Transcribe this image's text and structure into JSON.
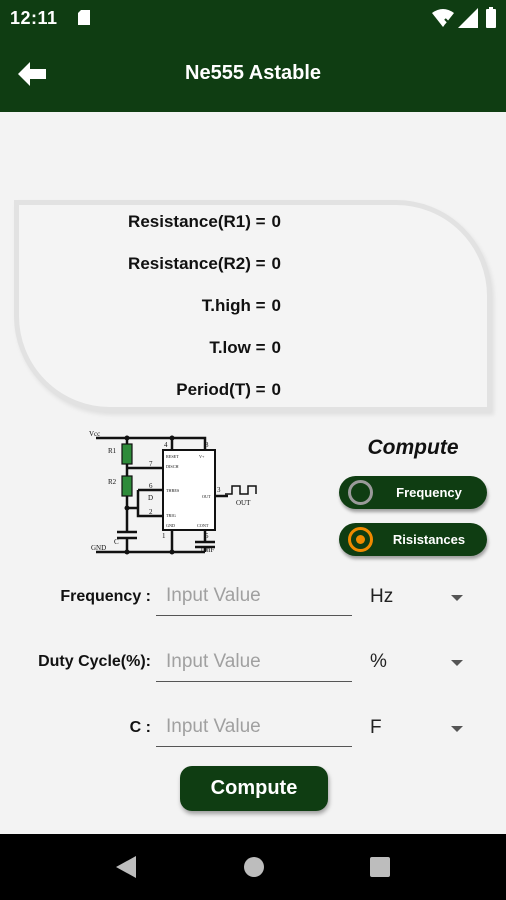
{
  "status_bar": {
    "time": "12:11"
  },
  "app_bar": {
    "title": "Ne555 Astable"
  },
  "results": [
    {
      "label": "Resistance(R1) =",
      "value": "0"
    },
    {
      "label": "Resistance(R2) =",
      "value": "0"
    },
    {
      "label": "T.high =",
      "value": "0"
    },
    {
      "label": "T.low =",
      "value": "0"
    },
    {
      "label": "Period(T) =",
      "value": "0"
    }
  ],
  "circuit": {
    "vcc": "Vcc",
    "r1": "R1",
    "r2": "R2",
    "c": "C",
    "gnd": "GND",
    "out": "OUT",
    "cap": "10nF",
    "pin_4": "4",
    "pin_8": "8",
    "pin_7": "7",
    "pin_6": "6",
    "pin_2": "2",
    "pin_1": "1",
    "pin_5": "5",
    "pin_3": "3",
    "reset": "RESET",
    "disch": "DISCH",
    "thres": "THRES",
    "trig": "TRIG",
    "gnd_pin": "GND",
    "cont": "CONT",
    "vplus": "V+",
    "out_pin": "OUT",
    "d": "D"
  },
  "compute_panel": {
    "heading": "Compute",
    "modes": [
      {
        "label": "Frequency",
        "selected": false
      },
      {
        "label": "Risistances",
        "selected": true
      }
    ]
  },
  "fields": {
    "frequency": {
      "label": "Frequency :",
      "placeholder": "Input Value",
      "value": "",
      "unit": "Hz"
    },
    "duty_cycle": {
      "label": "Duty Cycle(%):",
      "placeholder": "Input Value",
      "value": "",
      "unit": "%"
    },
    "capacitance": {
      "label": "C :",
      "placeholder": "Input Value",
      "value": "",
      "unit": "F"
    }
  },
  "compute_button": {
    "label": "Compute"
  },
  "colors": {
    "primary": "#0f3d12",
    "accent": "#f08a00",
    "resistor": "#2e8b3a"
  }
}
